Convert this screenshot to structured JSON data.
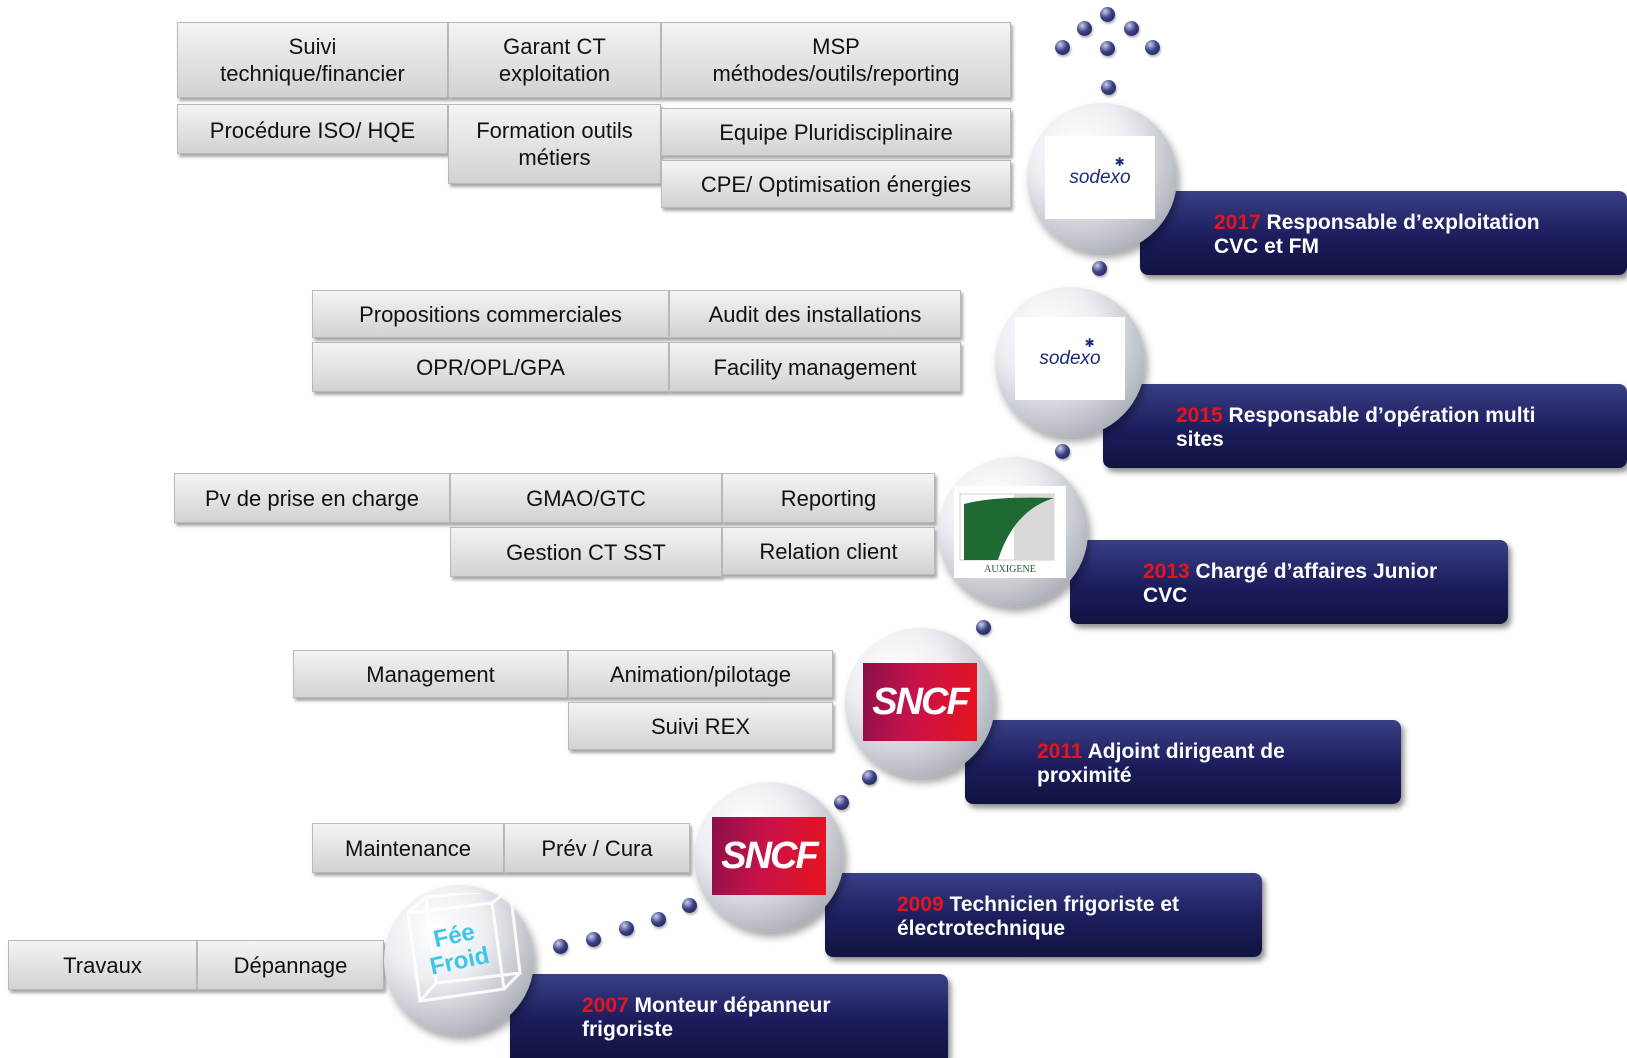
{
  "colors": {
    "year": "#e8141c",
    "banner": "#1b1d5c",
    "box": "#dddddd",
    "dot": "#2a2e6e"
  },
  "icons": [
    "sodexo-logo-icon",
    "auxigene-logo-icon",
    "sncf-logo-icon",
    "fee-froid-logo-icon"
  ],
  "logos": {
    "sodexo": "sodexo",
    "auxigene": "AUXIGENE",
    "sncf": "SNCF",
    "fee_froid": "Fée\nFroid"
  },
  "roles": [
    {
      "year": "2017",
      "title": " Responsable d’exploitation\nCVC et FM"
    },
    {
      "year": "2015",
      "title": " Responsable d’opération multi\nsites"
    },
    {
      "year": "2013",
      "title": " Chargé d’affaires Junior\nCVC"
    },
    {
      "year": "2011",
      "title": " Adjoint dirigeant de\nproximité"
    },
    {
      "year": "2009",
      "title": " Technicien frigoriste et\nélectrotechnique"
    },
    {
      "year": "2007",
      "title": " Monteur dépanneur\nfrigoriste"
    }
  ],
  "skills": {
    "g2017": [
      "Suivi\ntechnique/financier",
      "Garant CT\nexploitation",
      "MSP\nméthodes/outils/reporting",
      "Procédure ISO/ HQE",
      "Formation outils\nmétiers",
      "Equipe Pluridisciplinaire",
      "CPE/ Optimisation énergies"
    ],
    "g2015": [
      "Propositions commerciales",
      "Audit des installations",
      "OPR/OPL/GPA",
      "Facility management"
    ],
    "g2013": [
      "Pv de prise en charge",
      "GMAO/GTC",
      "Reporting",
      "Gestion CT SST",
      "Relation client"
    ],
    "g2011": [
      "Management",
      "Animation/pilotage",
      "Suivi REX"
    ],
    "g2009": [
      "Maintenance",
      "Prév / Cura"
    ],
    "g2007": [
      "Travaux",
      "Dépannage"
    ]
  }
}
